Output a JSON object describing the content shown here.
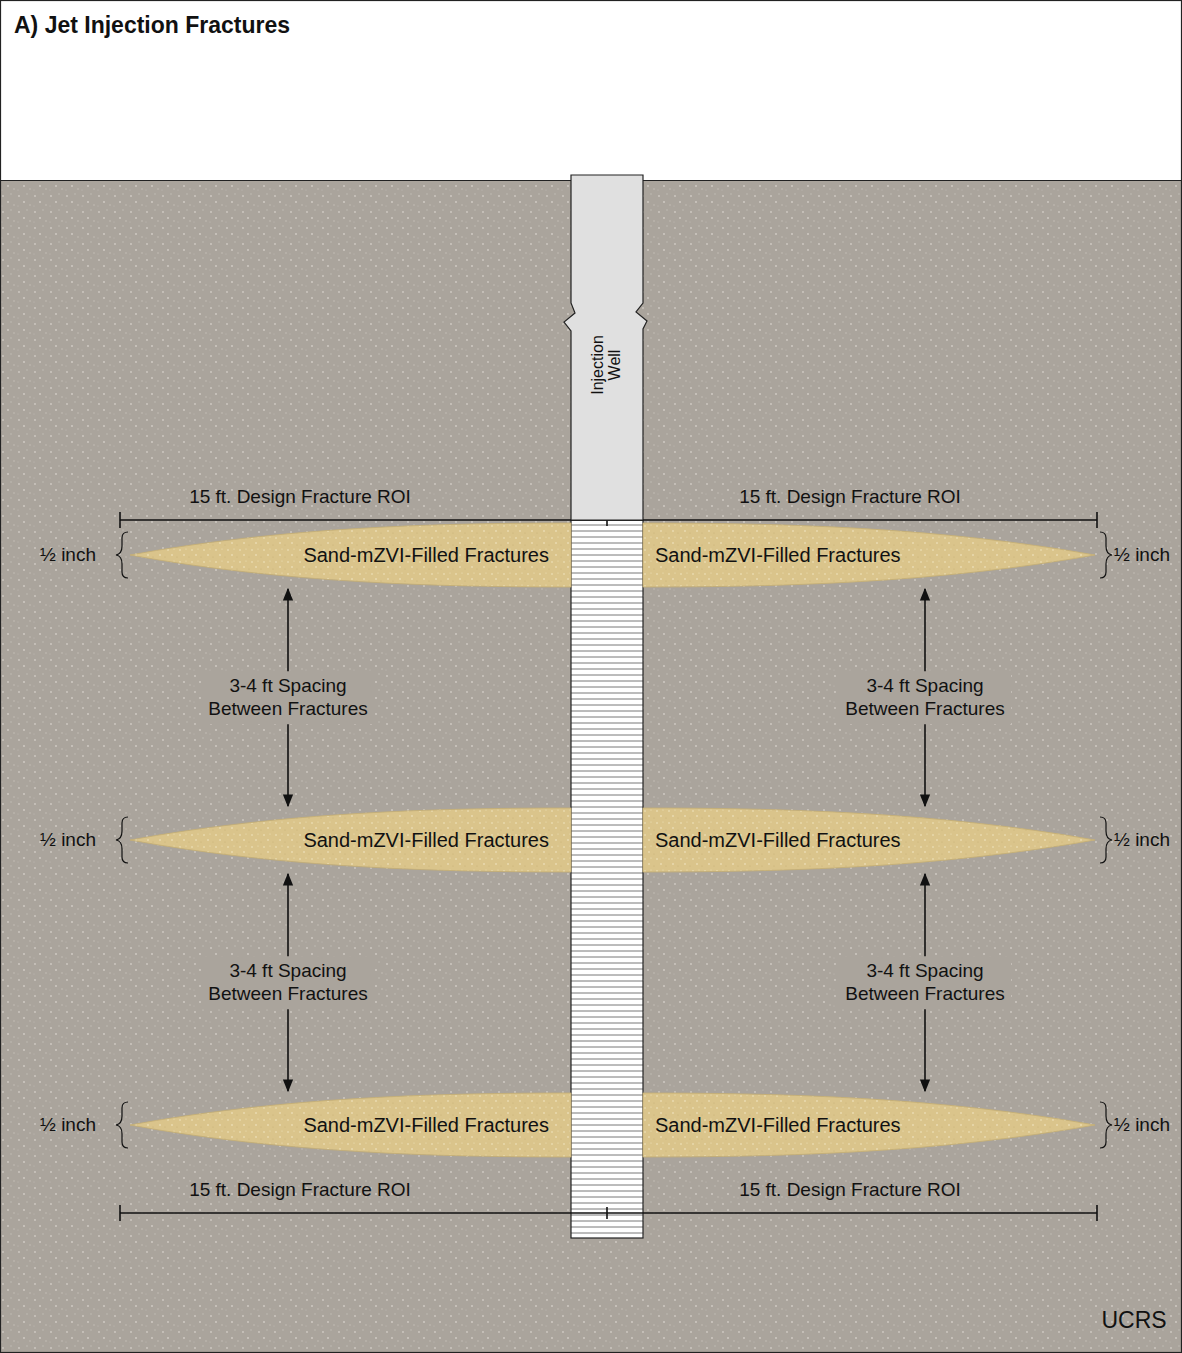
{
  "diagram": {
    "title": "A) Jet Injection Fractures",
    "nodes": [
      {
        "text": [
          "Injection Well"
        ]
      },
      {
        "text": [
          "Sand-mZVI-Filled Fractures"
        ]
      },
      {
        "text": [
          "Sand-mZVI-Filled Fractures"
        ]
      },
      {
        "text": [
          "Sand-mZVI-Filled Fractures"
        ]
      },
      {
        "text": [
          "Sand-mZVI-Filled Fractures"
        ]
      },
      {
        "text": [
          "Sand-mZVI-Filled Fractures"
        ]
      },
      {
        "text": [
          "Sand-mZVI-Filled Fractures"
        ]
      }
    ],
    "edges": [
      {
        "from": 1,
        "to": 3,
        "label": "3-4 ft Spacing Between Fractures",
        "arrow": "both"
      },
      {
        "from": 2,
        "to": 4,
        "label": "3-4 ft Spacing Between Fractures",
        "arrow": "both"
      },
      {
        "from": 3,
        "to": 5,
        "label": "3-4 ft Spacing Between Fractures",
        "arrow": "both"
      },
      {
        "from": 4,
        "to": 6,
        "label": "3-4 ft Spacing Between Fractures",
        "arrow": "both"
      }
    ],
    "labels": [
      "15 ft. Design Fracture ROI",
      "15 ft. Design Fracture ROI",
      "½ inch",
      "½ inch",
      "½ inch",
      "½ inch",
      "½ inch",
      "½ inch",
      "15 ft. Design Fracture ROI",
      "15 ft. Design Fracture ROI",
      "UCRS"
    ]
  }
}
